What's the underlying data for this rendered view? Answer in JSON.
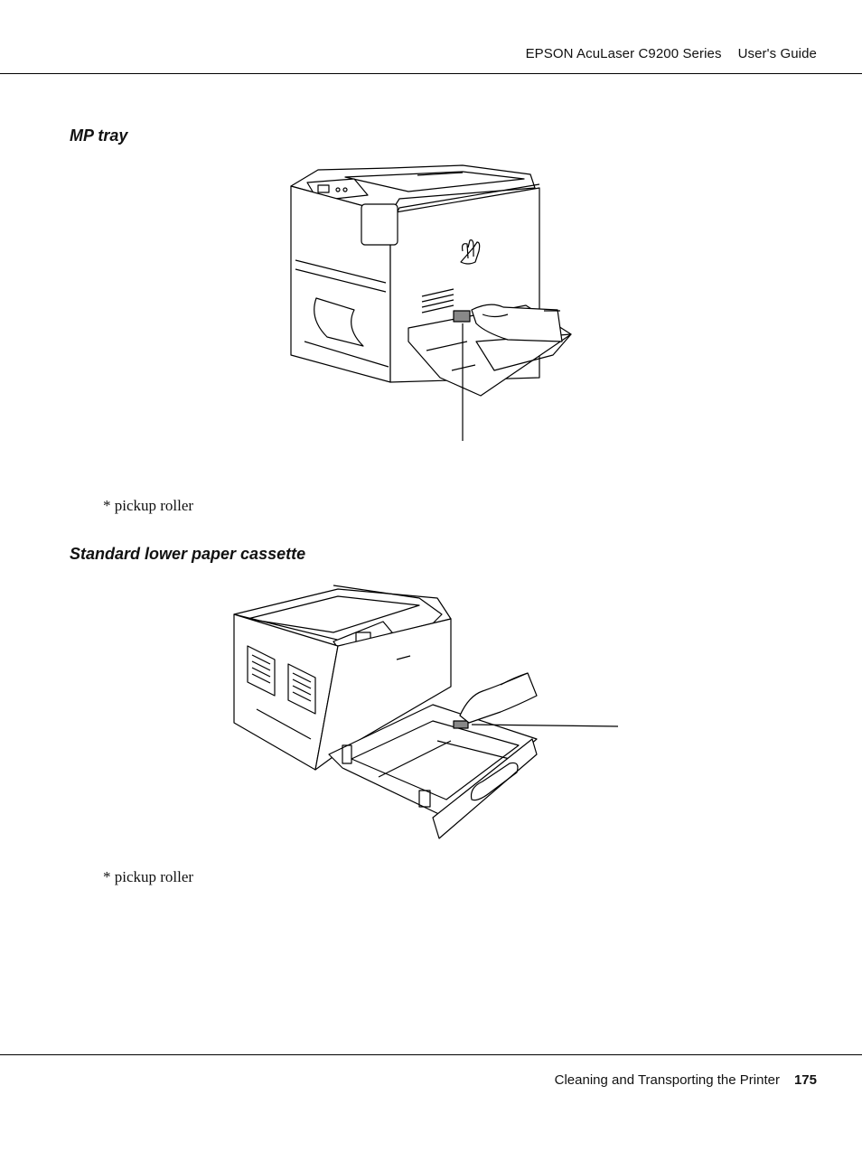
{
  "header": {
    "product": "EPSON AcuLaser C9200 Series",
    "guide": "User's Guide"
  },
  "sections": [
    {
      "title": "MP tray",
      "caption": "* pickup roller"
    },
    {
      "title": "Standard lower paper cassette",
      "caption": "* pickup roller"
    }
  ],
  "footer": {
    "chapter": "Cleaning and Transporting the Printer",
    "page_number": "175"
  }
}
